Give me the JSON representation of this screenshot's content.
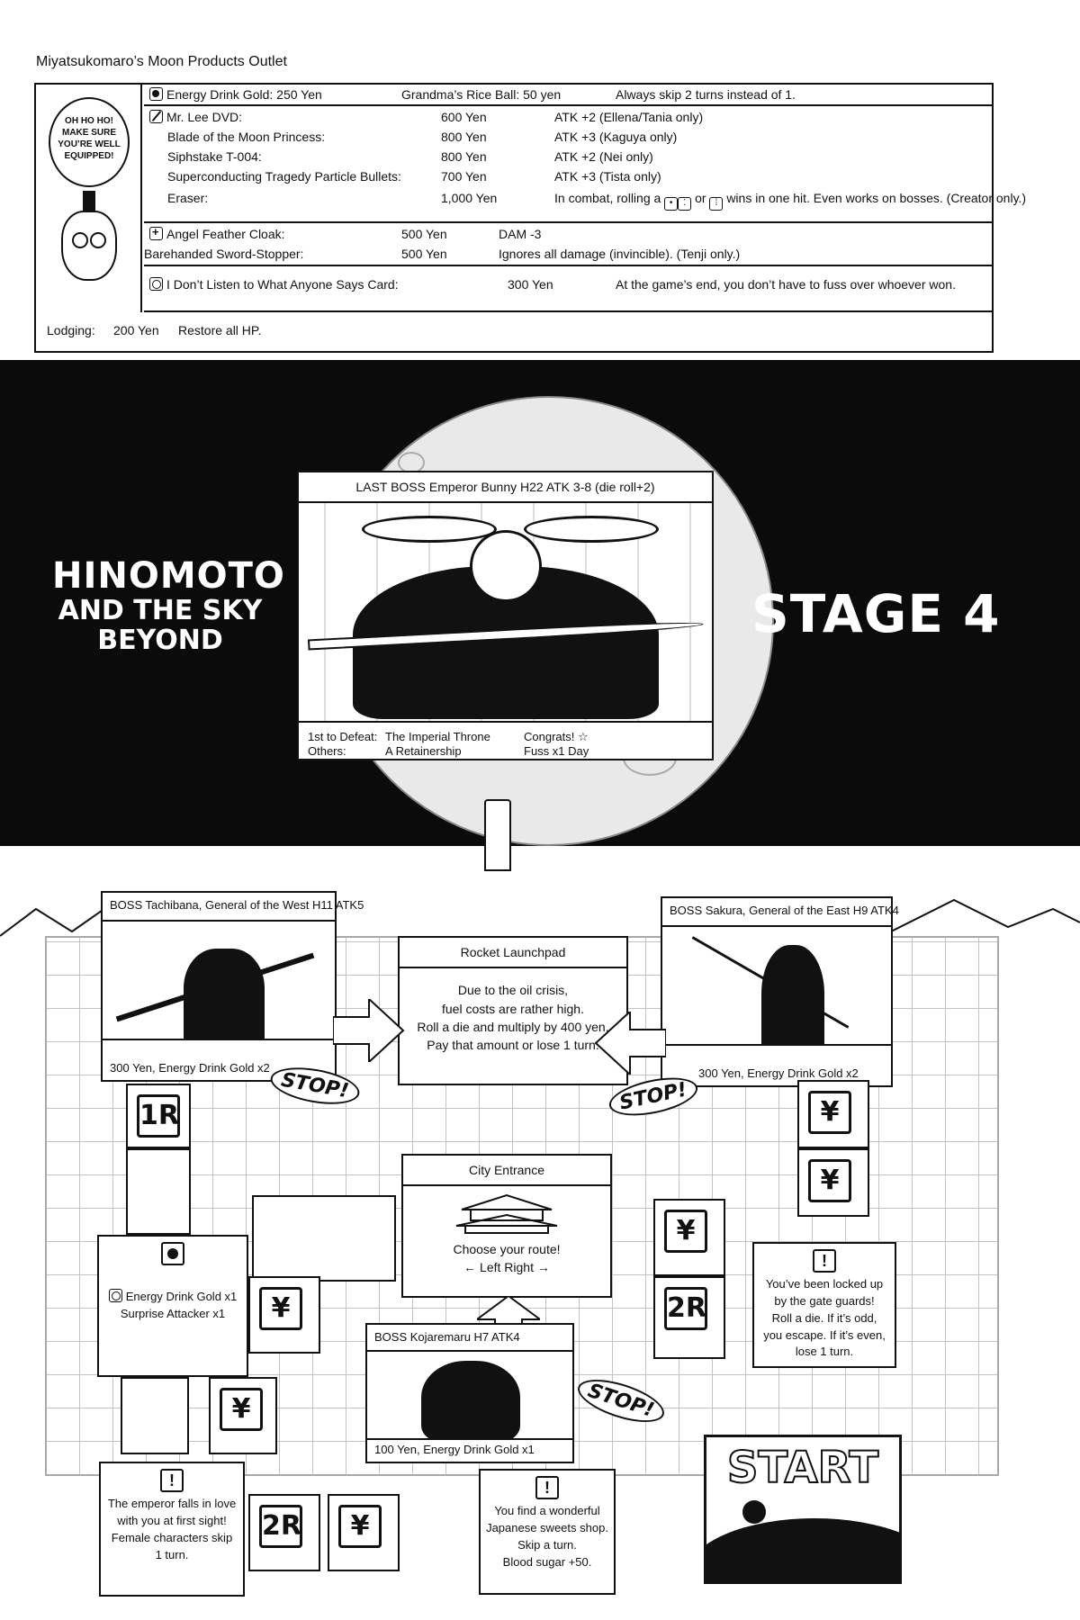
{
  "shop": {
    "title": "Miyatsukomaro’s Moon Products Outlet",
    "keeper_speech": "OH HO HO! MAKE SURE YOU’RE WELL EQUIPPED!",
    "items": {
      "energy": "Energy Drink Gold: 250 Yen",
      "riceball": "Grandma’s Rice Ball: 50 yen",
      "riceball_effect": "Always skip 2 turns instead of 1.",
      "weapons": [
        {
          "name": "Mr. Lee DVD:",
          "price": "600 Yen",
          "effect": "ATK +2 (Ellena/Tania only)"
        },
        {
          "name": "Blade of the Moon Princess:",
          "price": "800 Yen",
          "effect": "ATK +3 (Kaguya only)"
        },
        {
          "name": "Siphstake T-004:",
          "price": "800 Yen",
          "effect": "ATK +2 (Nei only)"
        },
        {
          "name": "Superconducting Tragedy Particle Bullets:",
          "price": "700 Yen",
          "effect": "ATK +3 (Tista only)"
        },
        {
          "name": "Eraser:",
          "price": "1,000 Yen",
          "effect_a": "In combat, rolling a",
          "effect_or": "or",
          "effect_b": "wins in one hit. Even works on bosses. (Creator only.)"
        }
      ],
      "armor": [
        {
          "name": "Angel Feather Cloak:",
          "price": "500 Yen",
          "effect": "DAM -3"
        },
        {
          "name": "Barehanded Sword-Stopper:",
          "price": "500 Yen",
          "effect": "Ignores all damage (invincible). (Tenji only.)"
        }
      ],
      "card": {
        "name": "I Don’t Listen to What Anyone Says Card:",
        "price": "300 Yen",
        "effect": "At the game’s end, you don’t have to fuss over whoever won."
      },
      "lodging": {
        "label": "Lodging:",
        "price": "200 Yen",
        "effect": "Restore all HP."
      }
    }
  },
  "stage": {
    "title_line1": "HINOMOTO",
    "title_line2": "AND THE SKY",
    "title_line3": "BEYOND",
    "number": "STAGE 4"
  },
  "last_boss": {
    "header": "LAST BOSS    Emperor Bunny    H22 ATK 3-8 (die roll+2)",
    "first_label": "1st to Defeat:",
    "first_reward": "The Imperial Throne",
    "first_note": "Congrats! ☆",
    "others_label": "Others:",
    "others_reward": "A Retainership",
    "others_note": "Fuss x1 Day"
  },
  "board": {
    "boss_west": {
      "header": "BOSS   Tachibana, General of the West   H11 ATK5",
      "reward": "300 Yen, Energy Drink Gold x2"
    },
    "boss_east": {
      "header": "BOSS   Sakura, General of the East   H9 ATK4",
      "reward": "300 Yen, Energy Drink Gold x2"
    },
    "boss_south": {
      "header": "BOSS   Kojaremaru    H7 ATK4",
      "reward": "100 Yen, Energy Drink Gold x1"
    },
    "rocket": {
      "title": "Rocket Launchpad",
      "text1": "Due to the oil crisis,",
      "text2": "fuel costs are rather high.",
      "text3": "Roll a die and multiply by 400 yen.",
      "text4": "Pay that amount or lose 1 turn."
    },
    "city": {
      "title": "City Entrance",
      "text1": "Choose your route!",
      "text2": "← Left        Right →"
    },
    "stop": "STOP!",
    "yen": "¥",
    "r1": "1R",
    "r2": "2R",
    "item_event": {
      "line1": "Energy Drink Gold x1",
      "line2": "Surprise Attacker x1"
    },
    "gate_event": {
      "bang": "!",
      "l1": "You’ve been locked up",
      "l2": "by the gate guards!",
      "l3": "Roll a die. If it’s odd,",
      "l4": "you escape. If it’s even,",
      "l5": "lose 1 turn."
    },
    "emperor_event": {
      "bang": "!",
      "l1": "The emperor falls in love",
      "l2": "with you at first sight!",
      "l3": "Female characters skip",
      "l4": "1 turn."
    },
    "sweets_event": {
      "bang": "!",
      "l1": "You find a wonderful",
      "l2": "Japanese sweets shop.",
      "l3": "Skip a turn.",
      "l4": "Blood sugar +50."
    },
    "start": "START"
  }
}
